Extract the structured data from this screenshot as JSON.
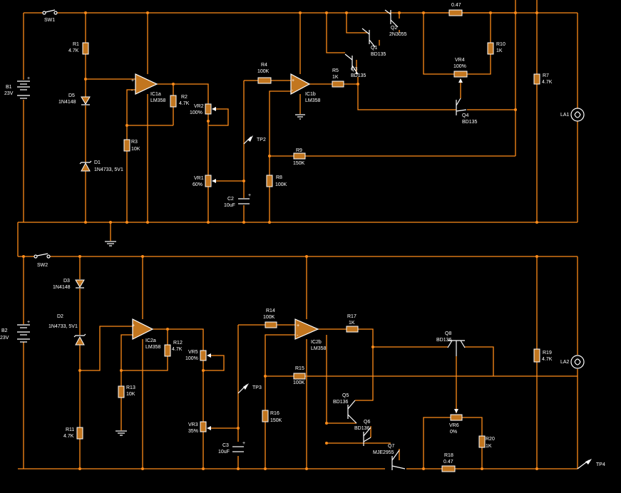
{
  "components": {
    "SW1": "SW1",
    "SW2": "SW2",
    "B1": {
      "ref": "B1",
      "value": "23V"
    },
    "B2": {
      "ref": "B2",
      "value": "23V"
    },
    "R1": {
      "ref": "R1",
      "value": "4.7K"
    },
    "R2": {
      "ref": "R2",
      "value": "4.7K"
    },
    "R3": {
      "ref": "R3",
      "value": "10K"
    },
    "R4": {
      "ref": "R4",
      "value": "100K"
    },
    "R5": {
      "ref": "R5",
      "value": "1K"
    },
    "R7": {
      "ref": "R7",
      "value": "4.7K"
    },
    "R8": {
      "ref": "R8",
      "value": "100K"
    },
    "R9": {
      "ref": "R9",
      "value": "150K"
    },
    "R10": {
      "ref": "R10",
      "value": "1K"
    },
    "R_top": {
      "value": "0.47"
    },
    "R11": {
      "ref": "R11",
      "value": "4.7K"
    },
    "R12": {
      "ref": "R12",
      "value": "4.7K"
    },
    "R13": {
      "ref": "R13",
      "value": "10K"
    },
    "R14": {
      "ref": "R14",
      "value": "100K"
    },
    "R15": {
      "ref": "R15",
      "value": "100K"
    },
    "R16": {
      "ref": "R16",
      "value": "150K"
    },
    "R17": {
      "ref": "R17",
      "value": "1K"
    },
    "R18": {
      "ref": "R18",
      "value": "0.47"
    },
    "R19": {
      "ref": "R19",
      "value": "4.7K"
    },
    "R20": {
      "ref": "R20",
      "value": "1K"
    },
    "D1": {
      "ref": "D1",
      "value": "1N4733, 5V1"
    },
    "D2": {
      "ref": "D2",
      "value": "1N4733, 5V1"
    },
    "D3": {
      "ref": "D3",
      "value": "1N4148"
    },
    "D5": {
      "ref": "D5",
      "value": "1N4148"
    },
    "IC1a": {
      "ref": "IC1a",
      "value": "LM358"
    },
    "IC1b": {
      "ref": "IC1b",
      "value": "LM358"
    },
    "IC2a": {
      "ref": "IC2a",
      "value": "LM358"
    },
    "IC2b": {
      "ref": "IC2b",
      "value": "LM358"
    },
    "VR1": {
      "ref": "VR1",
      "value": "60%"
    },
    "VR2": {
      "ref": "VR2",
      "value": "100%"
    },
    "VR3": {
      "ref": "VR3",
      "value": "35%"
    },
    "VR4": {
      "ref": "VR4",
      "value": "100%"
    },
    "VR5": {
      "ref": "VR5",
      "value": "100%"
    },
    "VR6": {
      "ref": "VR6",
      "value": "0%"
    },
    "C2": {
      "ref": "C2",
      "value": "10uF"
    },
    "C3": {
      "ref": "C3",
      "value": "10uF"
    },
    "Q1": {
      "ref": "Q1",
      "value": "BD135"
    },
    "Q2": {
      "ref": "Q2",
      "value": "2N3055"
    },
    "Q3": {
      "ref": "Q3",
      "value": "BD135"
    },
    "Q4": {
      "ref": "Q4",
      "value": "BD135"
    },
    "Q5": {
      "ref": "Q5",
      "value": "BD136"
    },
    "Q6": {
      "ref": "Q6",
      "value": "BD136"
    },
    "Q7": {
      "ref": "Q7",
      "value": "MJE2955"
    },
    "Q8": {
      "ref": "Q8",
      "value": "BD136"
    },
    "LA1": "LA1",
    "LA2": "LA2",
    "TP2": "TP2",
    "TP3": "TP3",
    "TP4": "TP4"
  },
  "colors": {
    "wire": "#ff8c1a",
    "component": "#c2761f",
    "background": "#000000",
    "text": "#ffffff"
  }
}
